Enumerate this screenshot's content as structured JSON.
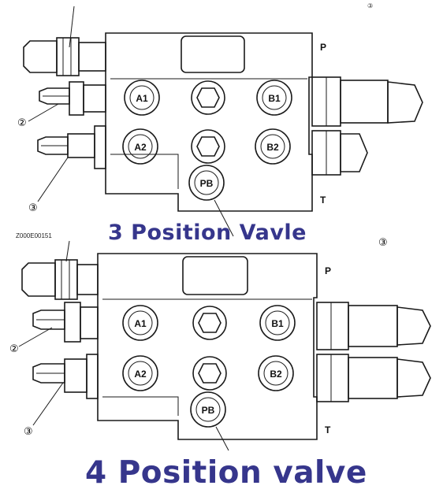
{
  "ports": {
    "a1": "A1",
    "b1": "B1",
    "a2": "A2",
    "b2": "B2",
    "pb": "PB",
    "p": "P",
    "t": "T"
  },
  "callouts": {
    "two": "②",
    "three": "③"
  },
  "part_number": "Z000E00151",
  "captions": {
    "top": "3 Position Vavle",
    "bottom": "4 Position valve"
  }
}
